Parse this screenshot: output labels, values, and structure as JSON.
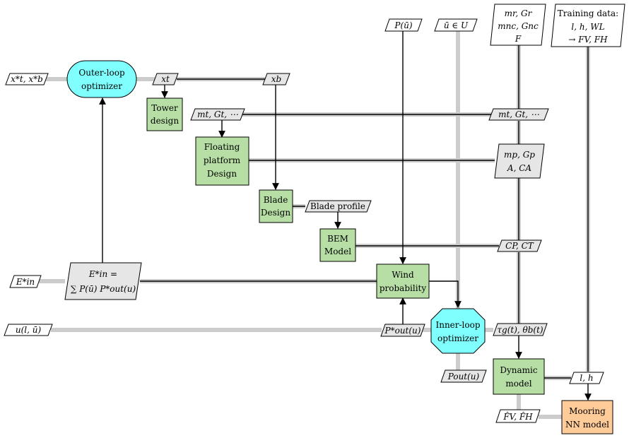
{
  "nodes": {
    "outer_loop": [
      "Outer-loop",
      "optimizer"
    ],
    "tower": [
      "Tower",
      "design"
    ],
    "platform": [
      "Floating",
      "platform",
      "Design"
    ],
    "blade": [
      "Blade",
      "Design"
    ],
    "bem": [
      "BEM",
      "Model"
    ],
    "wind_prob": [
      "Wind",
      "probability"
    ],
    "inner_loop": [
      "Inner-loop",
      "optimizer"
    ],
    "dynamic": [
      "Dynamic",
      "model"
    ],
    "mooring": [
      "Mooring",
      "NN model"
    ],
    "energy": [
      "E*in =",
      "∑ P(ū) P*out(u)"
    ],
    "rotor_params": [
      "mr, Gr",
      "mnc, Gnc",
      "F"
    ],
    "training": [
      "Training data:",
      "l, h, WL",
      "→ FV, FH"
    ]
  },
  "labels": {
    "x_opt": "x*t, x*b",
    "xt": "xt",
    "xb": "xb",
    "mt_gt_1": "mt, Gt, ⋯",
    "mt_gt_2": "mt, Gt, ⋯",
    "mp_gp": [
      "mp, Gp",
      "A, CA"
    ],
    "blade_profile": "Blade profile",
    "cp_ct": "CP, CT",
    "p_u": "P(ū)",
    "u_in_U": "ū ∈ U",
    "e_in": "E*in",
    "u_lu": "u(l, ū)",
    "p_out_star": "P*out(u)",
    "tau_theta": "τg(t), θb(t)",
    "p_out": "Pout(u)",
    "lh": "l, h",
    "fv_fh": "F̂V, F̂H"
  }
}
